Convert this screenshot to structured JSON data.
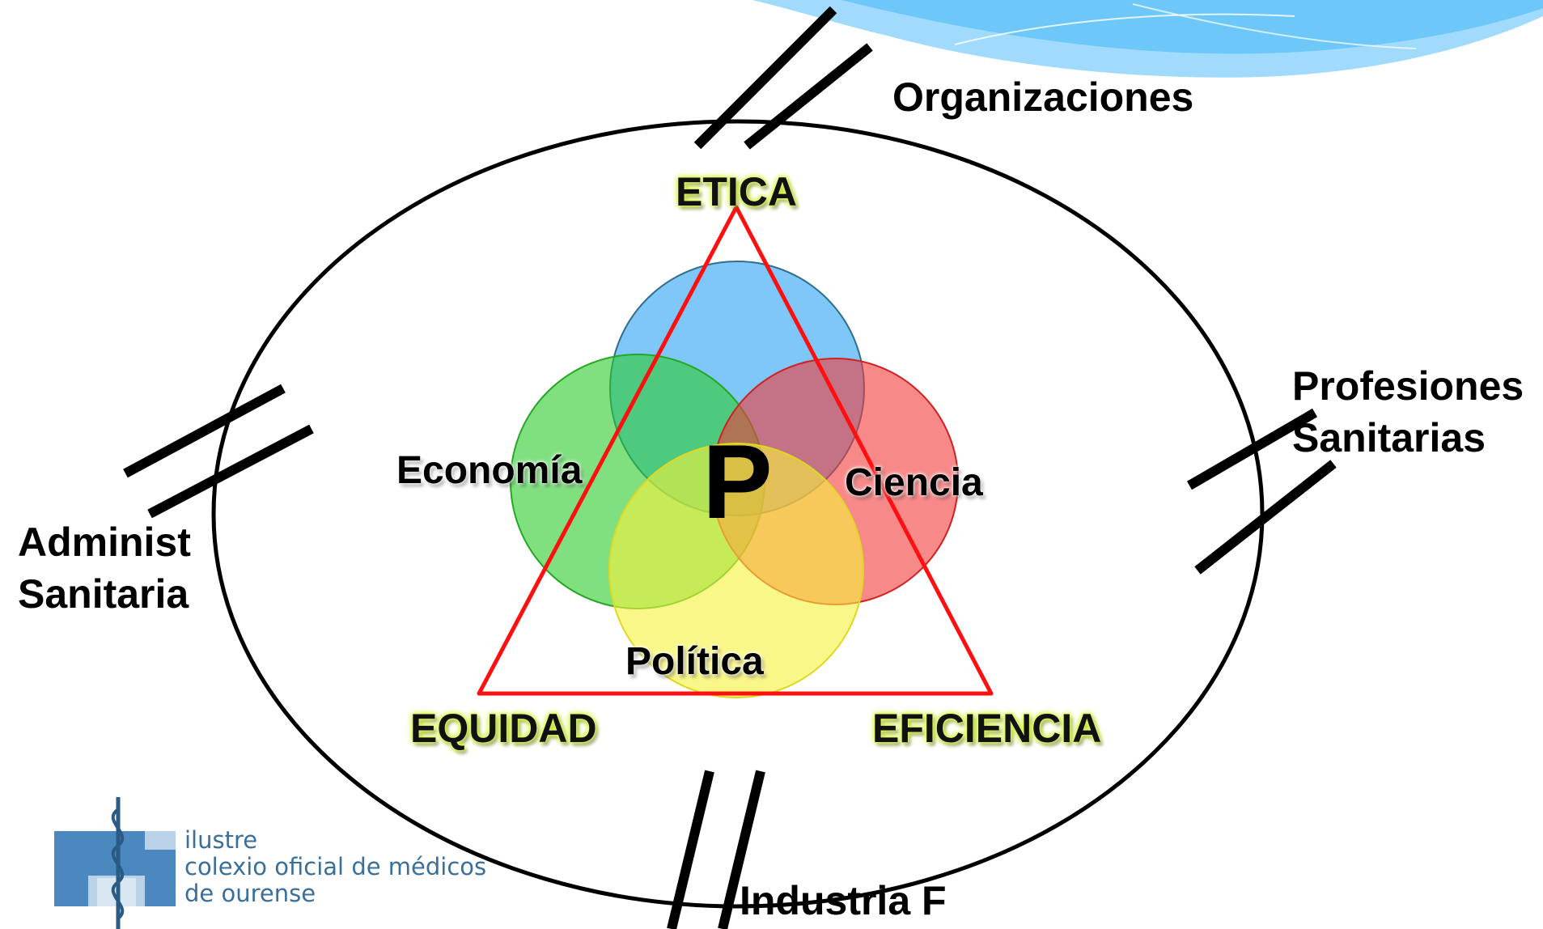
{
  "diagram": {
    "vertices": {
      "top": "ETICA",
      "left": "EQUIDAD",
      "right": "EFICIENCIA"
    },
    "circles": {
      "left": "Economía",
      "right": "Ciencia",
      "bottom": "Política",
      "center": "P"
    },
    "outer_actors": {
      "top": "Organizaciones",
      "right_line1": "Profesiones",
      "right_line2": "Sanitarias",
      "left_line1": "Administ",
      "left_line2": "Sanitaria",
      "bottom": "Industria F"
    }
  },
  "logo": {
    "line1": "ilustre",
    "line2": "colexio oficial de médicos",
    "line3": "de ourense"
  },
  "colors": {
    "circle_top": "#3aa9f5",
    "circle_left": "#2ccb2c",
    "circle_right": "#f23a3a",
    "circle_bottom": "#f7f23a",
    "triangle": "#ff0000",
    "vertex_glow": "#d6ff3a",
    "header_wave": "#7fd0ff"
  }
}
